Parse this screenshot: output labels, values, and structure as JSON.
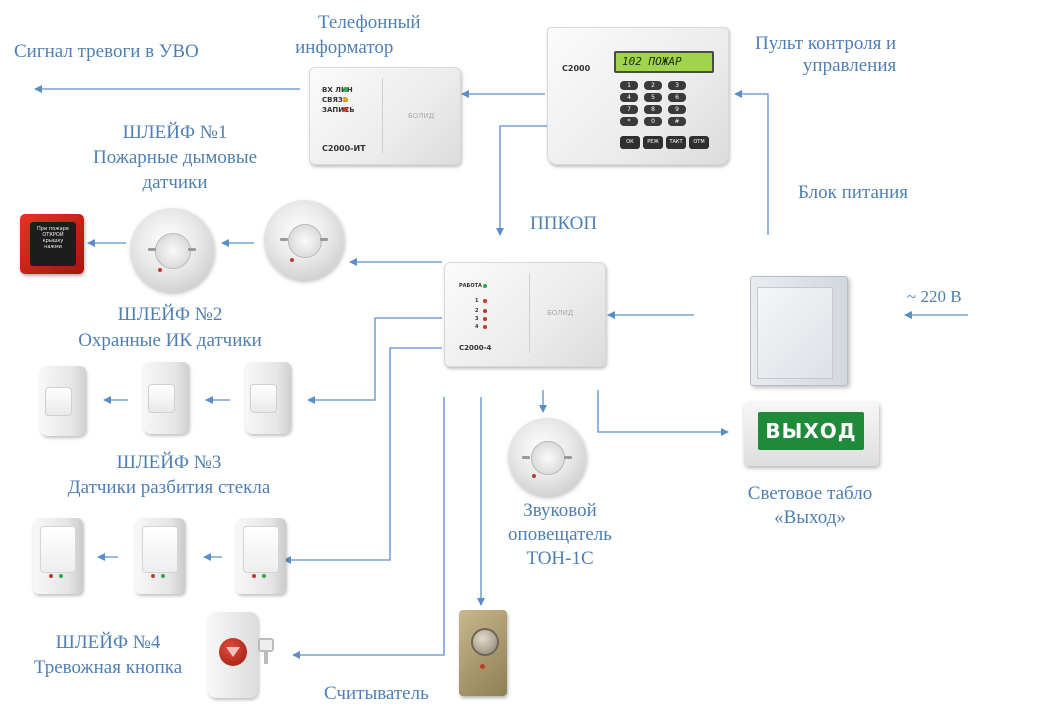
{
  "labels": {
    "alarm_signal": "Сигнал тревоги в УВО",
    "phone_informer": [
      "Телефонный",
      "информатор"
    ],
    "control_panel": [
      "Пульт контроля и",
      "управления"
    ],
    "loop1": [
      "ШЛЕЙФ №1",
      "Пожарные дымовые",
      "датчики"
    ],
    "ppkop": "ППКОП",
    "power_unit": "Блок питания",
    "mains": "~ 220 В",
    "loop2": [
      "ШЛЕЙФ №2",
      "Охранные ИК датчики"
    ],
    "loop3": [
      "ШЛЕЙФ №3",
      "Датчики разбития стекла"
    ],
    "siren": [
      "Звуковой",
      "оповещатель",
      "ТОН-1С"
    ],
    "exit_sign": [
      "Световое табло",
      "«Выход»"
    ],
    "loop4": [
      "ШЛЕЙФ №4",
      "Тревожная кнопка"
    ],
    "reader": "Считыватель"
  },
  "device_text": {
    "keypad_display": "102 ПОЖАР",
    "keypad_brand": "C2000",
    "keypad_keys": [
      "1",
      "2",
      "3",
      "4",
      "5",
      "6",
      "7",
      "8",
      "9",
      "*",
      "0",
      "#"
    ],
    "keypad_fn_keys": [
      "ОК",
      "РЕЖ",
      "ТАКТ",
      "ОТМ"
    ],
    "informer_model": "C2000-ИТ",
    "informer_leds": [
      "ВХ ЛИН",
      "СВЯЗЬ",
      "ЗАПИСЬ"
    ],
    "ppkop_model": "C2000-4",
    "ppkop_leds": [
      "РАБОТА",
      "1",
      "2",
      "3",
      "4"
    ],
    "brand": "БОЛИД",
    "exit_sign_text": "ВЫХОД",
    "call_point_text": [
      "При пожаре",
      "ОТКРОЙ",
      "крышку",
      "нажми"
    ]
  },
  "colors": {
    "label": "#4e7fb3",
    "wire": "#5b8ec8",
    "exit_green": "#1f8a3a"
  }
}
